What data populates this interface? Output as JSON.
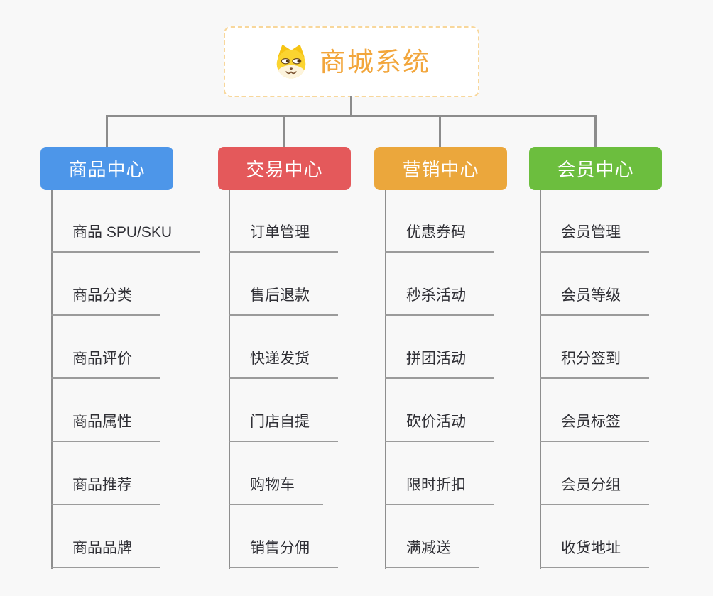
{
  "root": {
    "title": "商城系统",
    "icon": "doge-icon",
    "border_color": "#f8d79b",
    "text_color": "#f2a63c"
  },
  "connector_color": "#8c8c8c",
  "leaf_style": {
    "text_color": "#2f2f35",
    "underline_color": "#9b9b9b"
  },
  "branches": [
    {
      "id": "product-center",
      "label": "商品中心",
      "color": "#4d96e9",
      "items": [
        "商品 SPU/SKU",
        "商品分类",
        "商品评价",
        "商品属性",
        "商品推荐",
        "商品品牌"
      ]
    },
    {
      "id": "trade-center",
      "label": "交易中心",
      "color": "#e4595b",
      "items": [
        "订单管理",
        "售后退款",
        "快递发货",
        "门店自提",
        "购物车",
        "销售分佣"
      ]
    },
    {
      "id": "marketing-center",
      "label": "营销中心",
      "color": "#eba73c",
      "items": [
        "优惠券码",
        "秒杀活动",
        "拼团活动",
        "砍价活动",
        "限时折扣",
        "满减送"
      ]
    },
    {
      "id": "member-center",
      "label": "会员中心",
      "color": "#6cbe3e",
      "items": [
        "会员管理",
        "会员等级",
        "积分签到",
        "会员标签",
        "会员分组",
        "收货地址"
      ]
    }
  ]
}
